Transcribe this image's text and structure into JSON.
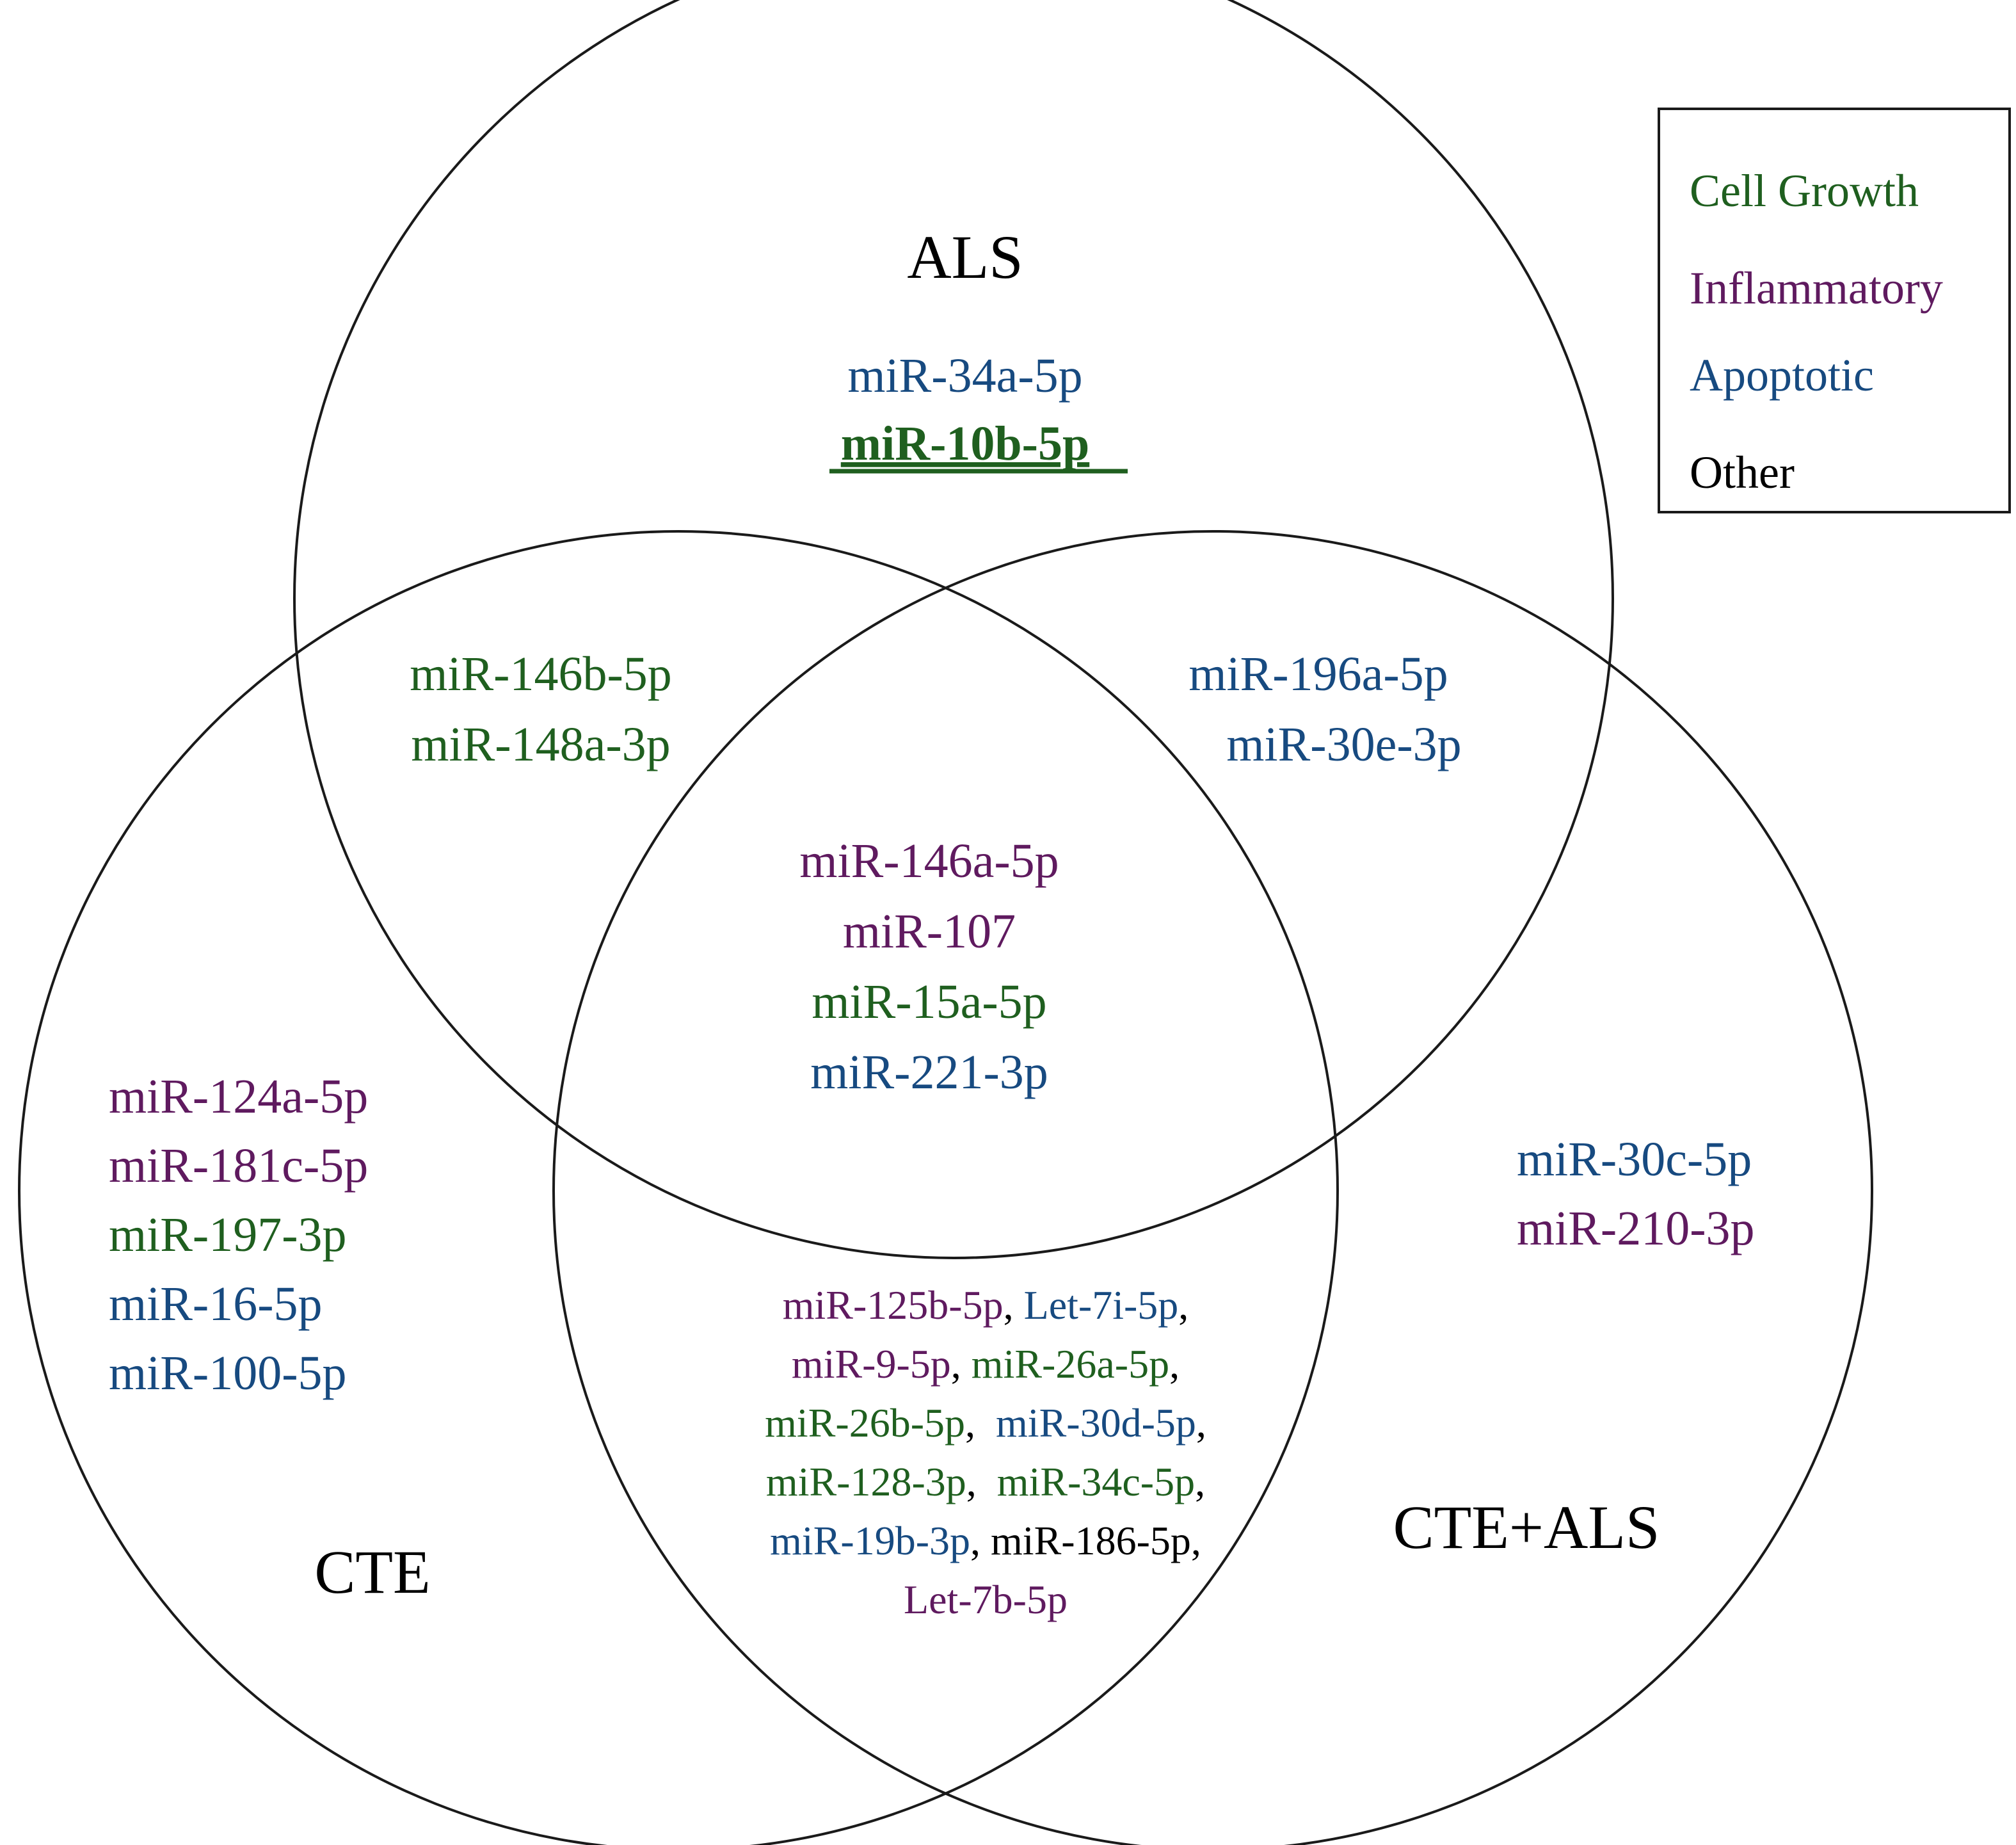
{
  "colors": {
    "cell_growth": "#1f5f1f",
    "inflammatory": "#5f1a5f",
    "apoptotic": "#174a80",
    "other": "#000000"
  },
  "sets": {
    "als": "ALS",
    "cte": "CTE",
    "cte_als": "CTE+ALS"
  },
  "legend": [
    {
      "label": "Cell Growth",
      "category": "cell_growth"
    },
    {
      "label": "Inflammatory",
      "category": "inflammatory"
    },
    {
      "label": "Apoptotic",
      "category": "apoptotic"
    },
    {
      "label": "Other",
      "category": "other"
    }
  ],
  "regions": {
    "als_only": [
      {
        "text": "miR-34a-5p",
        "category": "apoptotic"
      },
      {
        "text": "miR-10b-5p",
        "category": "cell_growth",
        "bold": true,
        "underline": true
      }
    ],
    "als_cte": [
      {
        "text": "miR-146b-5p",
        "category": "cell_growth"
      },
      {
        "text": "miR-148a-3p",
        "category": "cell_growth"
      }
    ],
    "als_cteals": [
      {
        "text": "miR-196a-5p",
        "category": "apoptotic"
      },
      {
        "text": "miR-30e-3p",
        "category": "apoptotic"
      }
    ],
    "all_three": [
      {
        "text": "miR-146a-5p",
        "category": "inflammatory"
      },
      {
        "text": "miR-107",
        "category": "inflammatory"
      },
      {
        "text": "miR-15a-5p",
        "category": "cell_growth"
      },
      {
        "text": "miR-221-3p",
        "category": "apoptotic"
      }
    ],
    "cte_only": [
      {
        "text": "miR-124a-5p",
        "category": "inflammatory"
      },
      {
        "text": "miR-181c-5p",
        "category": "inflammatory"
      },
      {
        "text": "miR-197-3p",
        "category": "cell_growth"
      },
      {
        "text": "miR-16-5p",
        "category": "apoptotic"
      },
      {
        "text": "miR-100-5p",
        "category": "apoptotic"
      }
    ],
    "cteals_only": [
      {
        "text": "miR-30c-5p",
        "category": "apoptotic"
      },
      {
        "text": "miR-210-3p",
        "category": "inflammatory"
      }
    ],
    "cte_cteals": [
      [
        {
          "text": "miR-125b-5p",
          "category": "inflammatory"
        },
        {
          "text": ", ",
          "category": "other"
        },
        {
          "text": "Let-7i-5p",
          "category": "apoptotic"
        },
        {
          "text": ",",
          "category": "other"
        }
      ],
      [
        {
          "text": "miR-9-5p",
          "category": "inflammatory"
        },
        {
          "text": ", ",
          "category": "other"
        },
        {
          "text": "miR-26a-5p",
          "category": "cell_growth"
        },
        {
          "text": ",",
          "category": "other"
        }
      ],
      [
        {
          "text": "miR-26b-5p",
          "category": "cell_growth"
        },
        {
          "text": ",  ",
          "category": "other"
        },
        {
          "text": "miR-30d-5p",
          "category": "apoptotic"
        },
        {
          "text": ",",
          "category": "other"
        }
      ],
      [
        {
          "text": "miR-128-3p",
          "category": "cell_growth"
        },
        {
          "text": ",  ",
          "category": "other"
        },
        {
          "text": "miR-34c-5p",
          "category": "cell_growth"
        },
        {
          "text": ",",
          "category": "other"
        }
      ],
      [
        {
          "text": "miR-19b-3p",
          "category": "apoptotic"
        },
        {
          "text": ", ",
          "category": "other"
        },
        {
          "text": "miR-186-5p",
          "category": "other"
        },
        {
          "text": ",",
          "category": "other"
        }
      ],
      [
        {
          "text": "Let-7b-5p",
          "category": "inflammatory"
        }
      ]
    ]
  }
}
